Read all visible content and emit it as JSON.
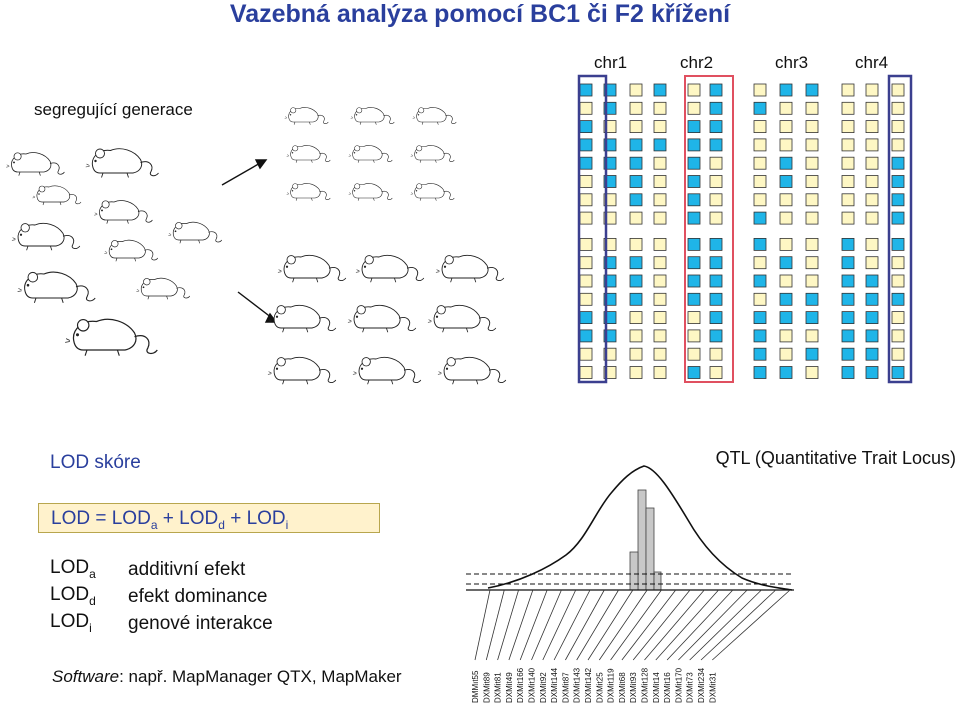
{
  "title": "Vazebná analýza pomocí BC1 či F2 křížení",
  "segregating_label": "segregující generace",
  "chromosomes": [
    "chr1",
    "chr2",
    "chr3",
    "chr4"
  ],
  "lod_heading": "LOD skóre",
  "qtl_label": "QTL (Quantitative Trait Locus)",
  "formula": {
    "lhs": "LOD",
    "t1": "LOD",
    "t1_sub": "a",
    "t2": "LOD",
    "t2_sub": "d",
    "t3": "LOD",
    "t3_sub": "i"
  },
  "components": [
    {
      "name": "LOD",
      "sub": "a",
      "desc": "additivní efekt"
    },
    {
      "name": "LOD",
      "sub": "d",
      "desc": "efekt dominance"
    },
    {
      "name": "LOD",
      "sub": "i",
      "desc": "genové interakce"
    }
  ],
  "software": {
    "prefix": "Software",
    "text": ": např. MapManager QTX, MapMaker"
  },
  "markers": [
    "DΜMıt55",
    "DXMit89",
    "DXMit81",
    "DXMit49",
    "DXMit166",
    "DXMit140",
    "DXMit92",
    "DXMit144",
    "DXMit87",
    "DXMit143",
    "DXMit142",
    "DXMit25",
    "DXMit119",
    "DXMit68",
    "DXMit93",
    "DXMit128",
    "DXMit14",
    "DXMit16",
    "DXMit170",
    "DXMit73",
    "DXMit234",
    "DXMit31"
  ],
  "colors": {
    "title": "#2a3f9d",
    "yellow": "#fef7c4",
    "cyan": "#1fb5e8",
    "box_blue": "#3b3f8f",
    "box_red": "#e05060",
    "formula_bg": "#fff2cc"
  },
  "legend_icons": [
    "mouse-icon"
  ]
}
